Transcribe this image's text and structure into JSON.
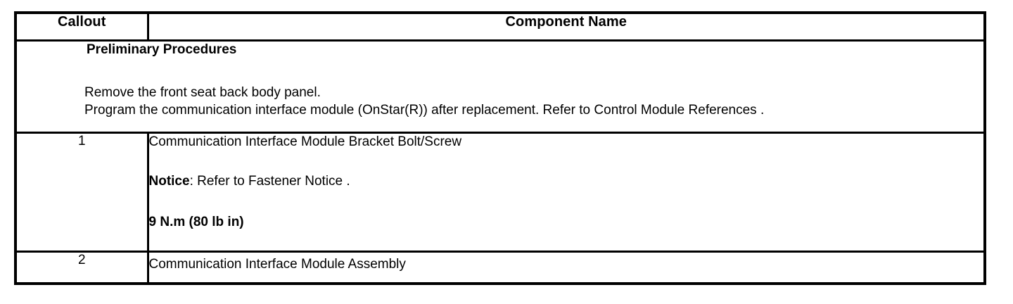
{
  "table": {
    "headers": {
      "callout": "Callout",
      "component_name": "Component Name"
    },
    "preliminary": {
      "heading": "Preliminary Procedures",
      "lines": [
        "Remove the front seat back body panel.",
        "Program the communication interface module (OnStar(R)) after replacement. Refer to Control Module References ."
      ]
    },
    "rows": [
      {
        "callout": "1",
        "component_name": "Communication Interface Module Bracket Bolt/Screw",
        "notice_label": "Notice",
        "notice_text": ": Refer to Fastener Notice .",
        "torque": "9 N.m (80 lb in)"
      },
      {
        "callout": "2",
        "component_name": "Communication Interface Module Assembly"
      }
    ]
  }
}
